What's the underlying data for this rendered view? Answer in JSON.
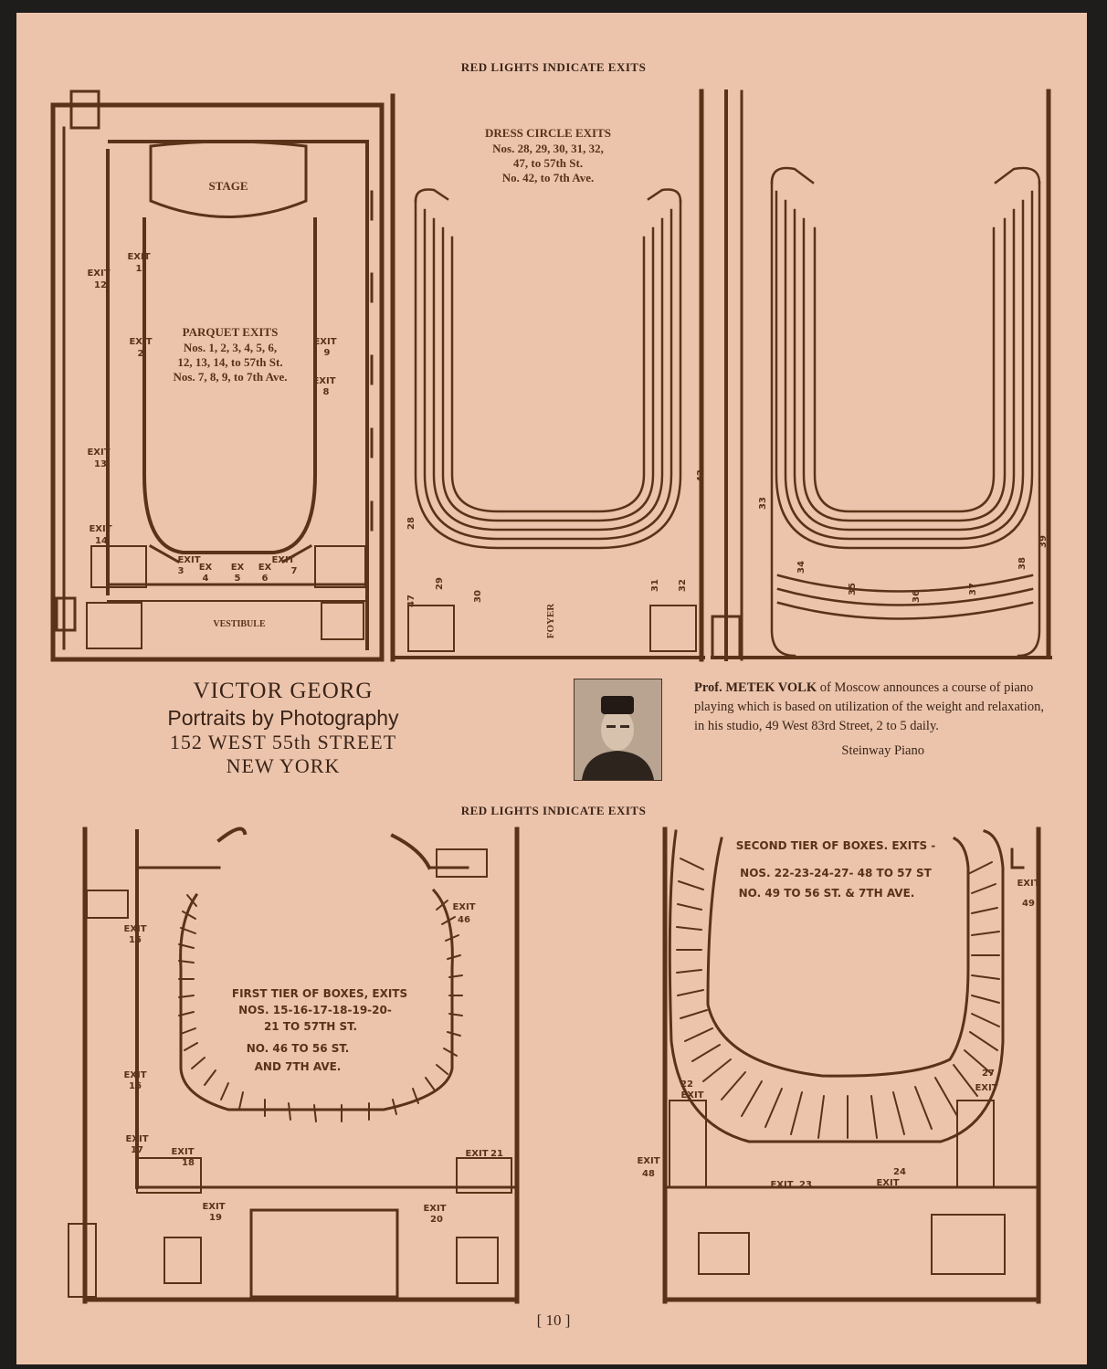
{
  "captions": {
    "top": "RED LIGHTS INDICATE EXITS",
    "bottom": "RED LIGHTS INDICATE EXITS"
  },
  "parquet": {
    "stage": "STAGE",
    "vestibule": "VESTIBULE",
    "title": "PARQUET EXITS",
    "line1": "Nos. 1, 2, 3, 4, 5, 6,",
    "line2": "12, 13, 14, to 57th St.",
    "line3": "Nos. 7, 8, 9, to 7th Ave.",
    "exit_word": "EXIT",
    "ex_word": "EX",
    "exits": [
      "1",
      "2",
      "3",
      "4",
      "5",
      "6",
      "7",
      "8",
      "9",
      "12",
      "13",
      "14"
    ]
  },
  "dress_circle": {
    "title": "DRESS CIRCLE EXITS",
    "line1": "Nos. 28, 29, 30, 31, 32,",
    "line2": "47, to 57th St.",
    "line3": "No. 42, to 7th Ave.",
    "foyer": "FOYER",
    "exits": [
      "28",
      "29",
      "30",
      "31",
      "32",
      "42",
      "47"
    ],
    "exits_right": [
      "33",
      "34",
      "35",
      "36",
      "37",
      "38",
      "39"
    ]
  },
  "first_tier": {
    "line1": "FIRST TIER OF BOXES, EXITS",
    "line2": "NOS. 15-16-17-18-19-20-",
    "line3": "21 TO 57TH ST.",
    "line4": "NO. 46 TO 56 ST.",
    "line5": "AND 7TH AVE.",
    "exits": [
      "15",
      "16",
      "17",
      "18",
      "19",
      "20",
      "21",
      "46"
    ]
  },
  "second_tier": {
    "line1": "SECOND TIER OF BOXES. EXITS -",
    "line2": "NOS. 22-23-24-27- 48 TO 57 ST",
    "line3": "NO. 49 TO 56 ST. & 7TH AVE.",
    "exits": [
      "22",
      "23",
      "24",
      "27",
      "48",
      "49"
    ]
  },
  "ad_victor": {
    "name": "VICTOR GEORG",
    "tagline": "Portraits by Photography",
    "address": "152 WEST 55th STREET",
    "city": "NEW YORK"
  },
  "ad_volk": {
    "prefix": "Prof.",
    "name": "METEK VOLK",
    "body": "of Moscow announces a course of piano playing which is based on utilization of the weight and relaxation, in his studio, 49 West 83rd Street, 2 to 5 daily.",
    "piano": "Steinway Piano"
  },
  "page_number": "[ 10 ]",
  "colors": {
    "paper": "#ecc4ac",
    "ink": "#5a3217",
    "background": "#1f1d1b"
  }
}
